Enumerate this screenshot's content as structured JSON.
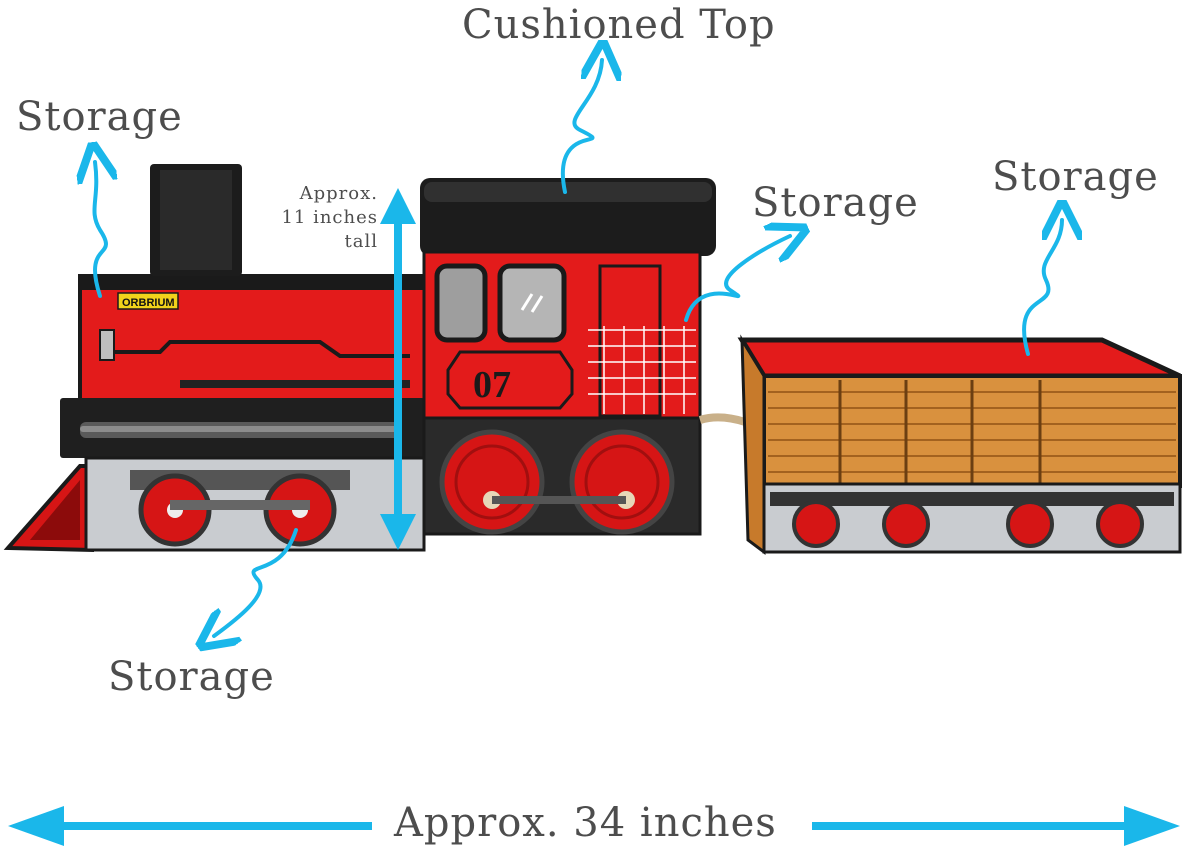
{
  "annotations": {
    "cushioned_top": "Cushioned Top",
    "storage_smokestack": "Storage",
    "storage_cab_side": "Storage",
    "storage_car": "Storage",
    "storage_bottom": "Storage",
    "height_line1": "Approx.",
    "height_line2": "11 inches",
    "height_line3": "tall",
    "width": "Approx. 34 inches"
  },
  "product": {
    "brand_plate": "ORBRIUM",
    "cab_number": "07"
  },
  "colors": {
    "arrow": "#1ab7ea",
    "label_text": "#4d4d4d",
    "engine_red": "#e31b1b",
    "car_tan": "#d9913e",
    "cab_black": "#1c1c1c"
  }
}
